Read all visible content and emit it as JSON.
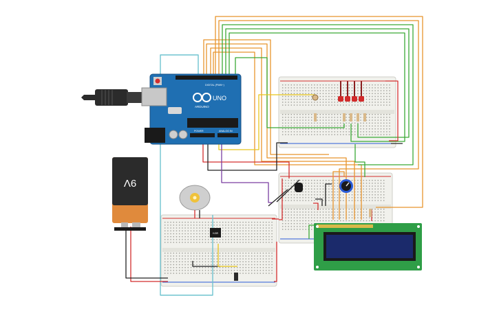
{
  "arduino": {
    "brand": "ARDUINO",
    "model": "UNO",
    "header_digital": "DIGITAL (PWM~)",
    "header_power": "POWER",
    "header_analog": "ANALOG IN",
    "color": "#1f6fb2"
  },
  "battery": {
    "label": "9V",
    "color_top": "#2b2b2b",
    "color_bottom": "#e08a3c"
  },
  "lcd": {
    "pcb_color": "#2f9e47",
    "screen_color": "#1b2a6b"
  },
  "chip": {
    "label": "H-BR"
  },
  "colors": {
    "wire_orange": "#e8942c",
    "wire_green": "#3aa935",
    "wire_red": "#d32d2d",
    "wire_black": "#222222",
    "wire_yellow": "#e8c51b",
    "wire_purple": "#7a3fa1",
    "wire_cyan": "#6fc3cf",
    "breadboard": "#f1f1ec"
  }
}
